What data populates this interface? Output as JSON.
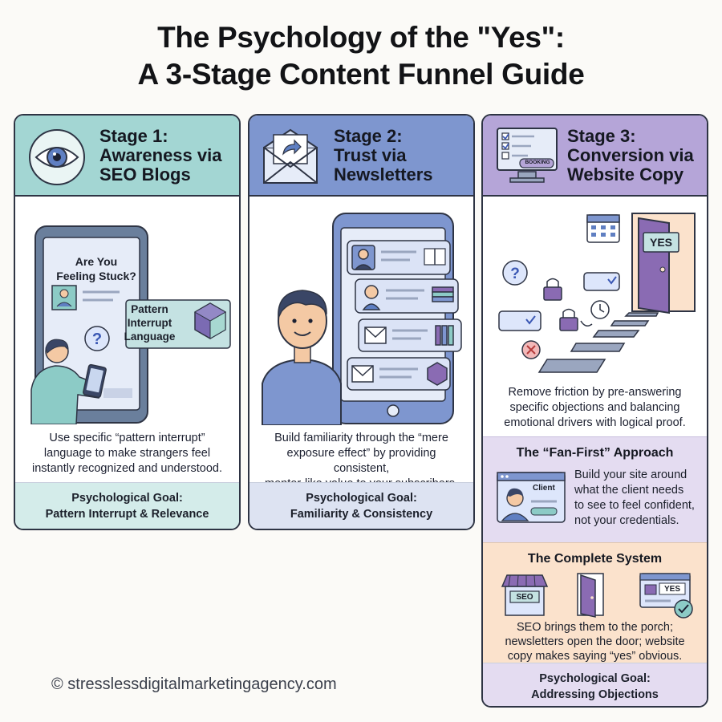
{
  "title": {
    "line1": "The Psychology of the \"Yes\":",
    "line2": "A 3-Stage Content Funnel Guide"
  },
  "colors": {
    "stage1": "#a3d6d3",
    "stage2": "#7e96cf",
    "stage3": "#b5a5d8",
    "stage1_goal": "#d4ecea",
    "stage2_goal": "#dde3f2",
    "stage3_goal": "#e4dcf1",
    "system_bg": "#fbe2cc"
  },
  "stage1": {
    "heading": [
      "Stage 1:",
      "Awareness via",
      "SEO Blogs"
    ],
    "icon": "eye-icon",
    "blog_headline": [
      "Are You",
      "Feeling Stuck?"
    ],
    "callout": [
      "Pattern",
      "Interrupt",
      "Language"
    ],
    "description": [
      "Use specific “pattern interrupt”",
      "language to make strangers feel",
      "instantly recognized and understood."
    ],
    "goal": [
      "Psychological Goal:",
      "Pattern Interrupt & Relevance"
    ]
  },
  "stage2": {
    "heading": [
      "Stage 2:",
      "Trust via",
      "Newsletters"
    ],
    "icon": "envelope-icon",
    "description": [
      "Build familiarity through the “mere",
      "exposure effect” by providing consistent,",
      "mentor-like value to your subscribers."
    ],
    "goal": [
      "Psychological Goal:",
      "Familiarity & Consistency"
    ]
  },
  "stage3": {
    "heading": [
      "Stage 3:",
      "Conversion via",
      "Website Copy"
    ],
    "icon": "booking-screen-icon",
    "booking_label": "BOOKING",
    "door_sign": "YES",
    "description": [
      "Remove friction by pre-answering",
      "specific objections and balancing",
      "emotional drivers with logical proof."
    ],
    "fan_first": {
      "title": "The “Fan-First” Approach",
      "client_label": "Client",
      "text": [
        "Build your site around",
        "what the client needs",
        "to see to feel confident,",
        "not your credentials."
      ]
    },
    "system": {
      "title": "The Complete System",
      "seo_label": "SEO",
      "yes_label": "YES",
      "text": [
        "SEO brings them to the porch;",
        "newsletters open the door; website",
        "copy makes saying “yes” obvious."
      ]
    },
    "goal": [
      "Psychological Goal:",
      "Addressing Objections"
    ]
  },
  "footer": "© stresslessdigitalmarketingagency.com"
}
